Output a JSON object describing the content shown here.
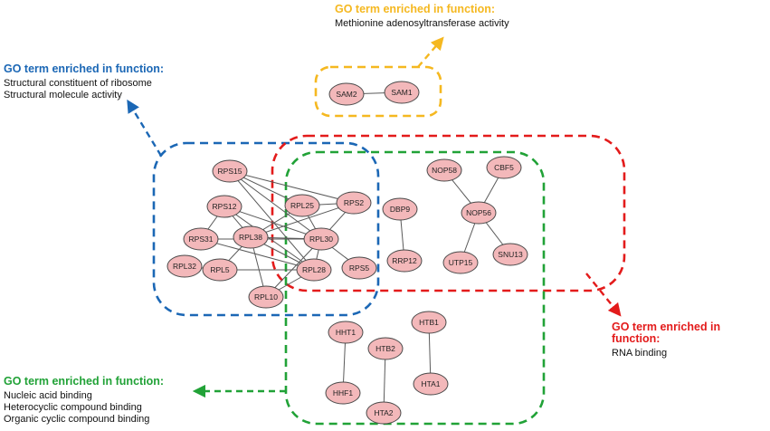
{
  "colors": {
    "yellow": "#F5B820",
    "blue": "#1B67B5",
    "red": "#E31B1B",
    "green": "#21A237",
    "node_fill": "#F3B8BA",
    "node_stroke": "#4A4A4A",
    "edge": "#5A5A5A"
  },
  "annotations": {
    "yellow": {
      "heading": "GO term enriched in function:",
      "lines": [
        "Methionine adenosyltransferase activity"
      ]
    },
    "blue": {
      "heading": "GO term enriched in function:",
      "lines": [
        "Structural constituent of ribosome",
        "Structural molecule activity"
      ]
    },
    "red": {
      "heading": "GO term enriched in function:",
      "lines": [
        "RNA binding"
      ]
    },
    "green": {
      "heading": "GO term enriched in function:",
      "lines": [
        "Nucleic acid binding",
        "Heterocyclic compound binding",
        "Organic cyclic compound binding"
      ]
    }
  },
  "nodes": [
    "SAM2",
    "SAM1",
    "RPS15",
    "RPS12",
    "RPL25",
    "RPS2",
    "RPS31",
    "RPL38",
    "RPL30",
    "RPL32",
    "RPL5",
    "RPL28",
    "RPS5",
    "RPL10",
    "DBP9",
    "RRP12",
    "NOP58",
    "CBF5",
    "NOP56",
    "UTP15",
    "SNU13",
    "HHT1",
    "HHF1",
    "HTB2",
    "HTA2",
    "HTB1",
    "HTA1"
  ],
  "edges": [
    [
      "SAM2",
      "SAM1"
    ],
    [
      "RPS15",
      "RPL25"
    ],
    [
      "RPS15",
      "RPS2"
    ],
    [
      "RPS15",
      "RPL30"
    ],
    [
      "RPS15",
      "RPL28"
    ],
    [
      "RPS12",
      "RPS31"
    ],
    [
      "RPS12",
      "RPL38"
    ],
    [
      "RPS12",
      "RPL30"
    ],
    [
      "RPS12",
      "RPL28"
    ],
    [
      "RPL25",
      "RPS2"
    ],
    [
      "RPL25",
      "RPL38"
    ],
    [
      "RPL25",
      "RPL30"
    ],
    [
      "RPS2",
      "RPL30"
    ],
    [
      "RPS2",
      "RPL38"
    ],
    [
      "RPS31",
      "RPL30"
    ],
    [
      "RPS31",
      "RPL28"
    ],
    [
      "RPL38",
      "RPL30"
    ],
    [
      "RPL38",
      "RPL5"
    ],
    [
      "RPL38",
      "RPL28"
    ],
    [
      "RPL38",
      "RPL10"
    ],
    [
      "RPL30",
      "RPS5"
    ],
    [
      "RPL30",
      "RPL28"
    ],
    [
      "RPL30",
      "RPL10"
    ],
    [
      "RPL32",
      "RPL5"
    ],
    [
      "RPL5",
      "RPL28"
    ],
    [
      "RPL28",
      "RPL10"
    ],
    [
      "DBP9",
      "RRP12"
    ],
    [
      "NOP58",
      "NOP56"
    ],
    [
      "CBF5",
      "NOP56"
    ],
    [
      "NOP56",
      "UTP15"
    ],
    [
      "NOP56",
      "SNU13"
    ],
    [
      "HHT1",
      "HHF1"
    ],
    [
      "HTB2",
      "HTA2"
    ],
    [
      "HTB1",
      "HTA1"
    ]
  ]
}
